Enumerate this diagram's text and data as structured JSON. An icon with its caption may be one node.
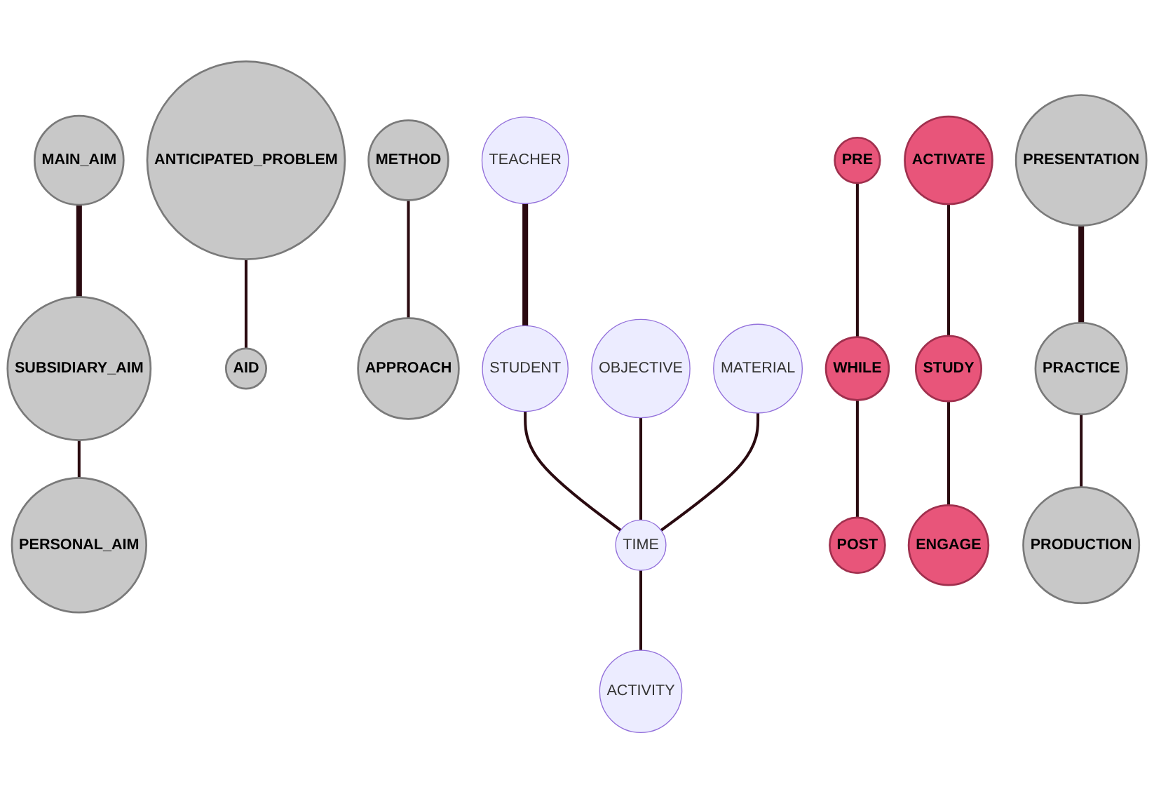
{
  "diagram": {
    "nodes": [
      {
        "text": [
          "ANTICIPATED_PROBLEM"
        ]
      },
      {
        "text": [
          "MAIN_AIM"
        ]
      },
      {
        "text": [
          "METHOD"
        ]
      },
      {
        "text": [
          "TEACHER"
        ]
      },
      {
        "text": [
          "OBJECTIVE"
        ]
      },
      {
        "text": [
          "AID"
        ]
      },
      {
        "text": [
          "PRE"
        ]
      },
      {
        "text": [
          "APPROACH"
        ]
      },
      {
        "text": [
          "SUBSIDIARY_AIM"
        ]
      },
      {
        "text": [
          "STUDENT"
        ]
      },
      {
        "text": [
          "ACTIVATE"
        ]
      },
      {
        "text": [
          "WHILE"
        ]
      },
      {
        "text": [
          "MATERIAL"
        ]
      },
      {
        "text": [
          "PERSONAL_AIM"
        ]
      },
      {
        "text": [
          "TIME"
        ]
      },
      {
        "text": [
          "STUDY"
        ]
      },
      {
        "text": [
          "ACTIVITY"
        ]
      },
      {
        "text": [
          "POST"
        ]
      },
      {
        "text": [
          "PRESENTATION"
        ]
      },
      {
        "text": [
          "ENGAGE"
        ]
      },
      {
        "text": [
          "PRACTICE"
        ]
      },
      {
        "text": [
          "PRODUCTION"
        ]
      }
    ],
    "edges": [
      {
        "from": 1,
        "to": 8,
        "arrow": "none",
        "style": "thick"
      },
      {
        "from": 8,
        "to": 13,
        "arrow": "none"
      },
      {
        "from": 0,
        "to": 5,
        "arrow": "none"
      },
      {
        "from": 3,
        "to": 9,
        "arrow": "none",
        "style": "thick"
      },
      {
        "from": 9,
        "to": 14,
        "arrow": "none"
      },
      {
        "from": 4,
        "to": 14,
        "arrow": "none"
      },
      {
        "from": 12,
        "to": 14,
        "arrow": "none"
      },
      {
        "from": 14,
        "to": 16,
        "arrow": "none"
      },
      {
        "from": 2,
        "to": 7,
        "arrow": "none"
      },
      {
        "from": 6,
        "to": 11,
        "arrow": "none"
      },
      {
        "from": 11,
        "to": 17,
        "arrow": "none"
      },
      {
        "from": 10,
        "to": 15,
        "arrow": "none"
      },
      {
        "from": 15,
        "to": 19,
        "arrow": "none"
      },
      {
        "from": 18,
        "to": 20,
        "arrow": "none",
        "style": "thick"
      },
      {
        "from": 20,
        "to": 21,
        "arrow": "none"
      }
    ]
  }
}
